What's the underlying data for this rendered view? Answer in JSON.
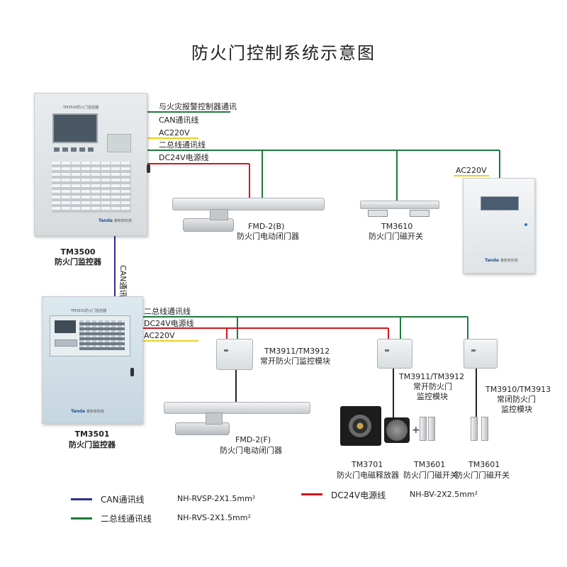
{
  "title": "防火门控制系统示意图",
  "colors": {
    "can": "#2b2e8f",
    "bus": "#1e7a3c",
    "dc24v": "#d4141c",
    "ac220v": "#e6d31a"
  },
  "tm3500": {
    "panel_header": "TM3500防火门监控器",
    "brand": "Tanda",
    "brand_cn": "泰和安科技",
    "model": "TM3500",
    "name": "防火门监控器"
  },
  "tm3501": {
    "panel_header": "TM3501防火门监控器",
    "brand": "Tanda",
    "brand_cn": "泰和安科技",
    "model": "TM3501",
    "name": "防火门监控器"
  },
  "power_box": {
    "brand": "Tanda",
    "brand_cn": "泰和安科技"
  },
  "wire_labels": {
    "fire_alarm_comm": "与火灾报警控制器通讯",
    "can_line": "CAN通讯线",
    "ac220v_top": "AC220V",
    "bus_top": "二总线通讯线",
    "dc24v_top": "DC24V电源线",
    "ac220v_power": "AC220V",
    "can_vertical": "CAN通讯",
    "bus_bottom": "二总线通讯线",
    "dc24v_bottom": "DC24V电源线",
    "ac220v_bottom": "AC220V"
  },
  "devices": {
    "fmd2b_model": "FMD-2(B)",
    "fmd2b_name": "防火门电动闭门器",
    "tm3610_model": "TM3610",
    "tm3610_name": "防火门门磁开关",
    "tm3911a_model": "TM3911/TM3912",
    "tm3911a_name": "常开防火门监控模块",
    "tm3911b_model": "TM3911/TM3912",
    "tm3911b_name1": "常开防火门",
    "tm3911b_name2": "监控模块",
    "tm3910_model": "TM3910/TM3913",
    "tm3910_name1": "常闭防火门",
    "tm3910_name2": "监控模块",
    "fmd2f_model": "FMD-2(F)",
    "fmd2f_name": "防火门电动闭门器",
    "tm3701_model": "TM3701",
    "tm3701_name": "防火门电磁释放器",
    "tm3601a_model": "TM3601",
    "tm3601a_name": "防火门门磁开关",
    "tm3601b_model": "TM3601",
    "tm3601b_name": "防火门门磁开关",
    "plus": "+"
  },
  "legend": [
    {
      "name": "CAN通讯线",
      "spec": "NH-RVSP-2X1.5mm²"
    },
    {
      "name": "DC24V电源线",
      "spec": "NH-BV-2X2.5mm²"
    },
    {
      "name": "二总线通讯线",
      "spec": "NH-RVS-2X1.5mm²"
    }
  ]
}
